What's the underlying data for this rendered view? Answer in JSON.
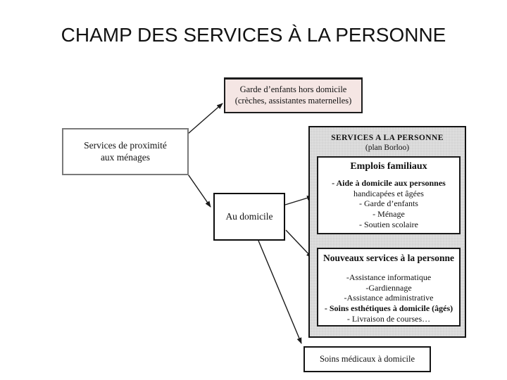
{
  "title": "CHAMP DES SERVICES À LA PERSONNE",
  "colors": {
    "pink_box_bg": "#f5e6e4",
    "container_bg": "#dadada",
    "border_color": "#111111",
    "arrow_color": "#1a1a1a"
  },
  "nodes": {
    "garde_hors_domicile": {
      "line1": "Garde d’enfants hors domicile",
      "line2": "(crèches, assistantes maternelles)"
    },
    "services_proximite": {
      "line1": "Services de proximité",
      "line2": "aux ménages"
    },
    "au_domicile": {
      "label": "Au domicile"
    },
    "services_personne": {
      "title": "SERVICES A LA PERSONNE",
      "subtitle": "(plan Borloo)"
    },
    "emplois_familiaux": {
      "title": "Emplois familiaux",
      "items": [
        "- Aide à domicile aux personnes",
        "handicapées et âgées",
        "- Garde d’enfants",
        "- Ménage",
        "- Soutien scolaire"
      ]
    },
    "nouveaux_services": {
      "title": "Nouveaux services à la personne",
      "items": [
        "-Assistance informatique",
        "-Gardiennage",
        "-Assistance administrative",
        "- Soins esthétiques à domicile (âgés)",
        "- Livraison de courses…"
      ]
    },
    "soins_medicaux": {
      "label": "Soins médicaux à domicile"
    }
  }
}
